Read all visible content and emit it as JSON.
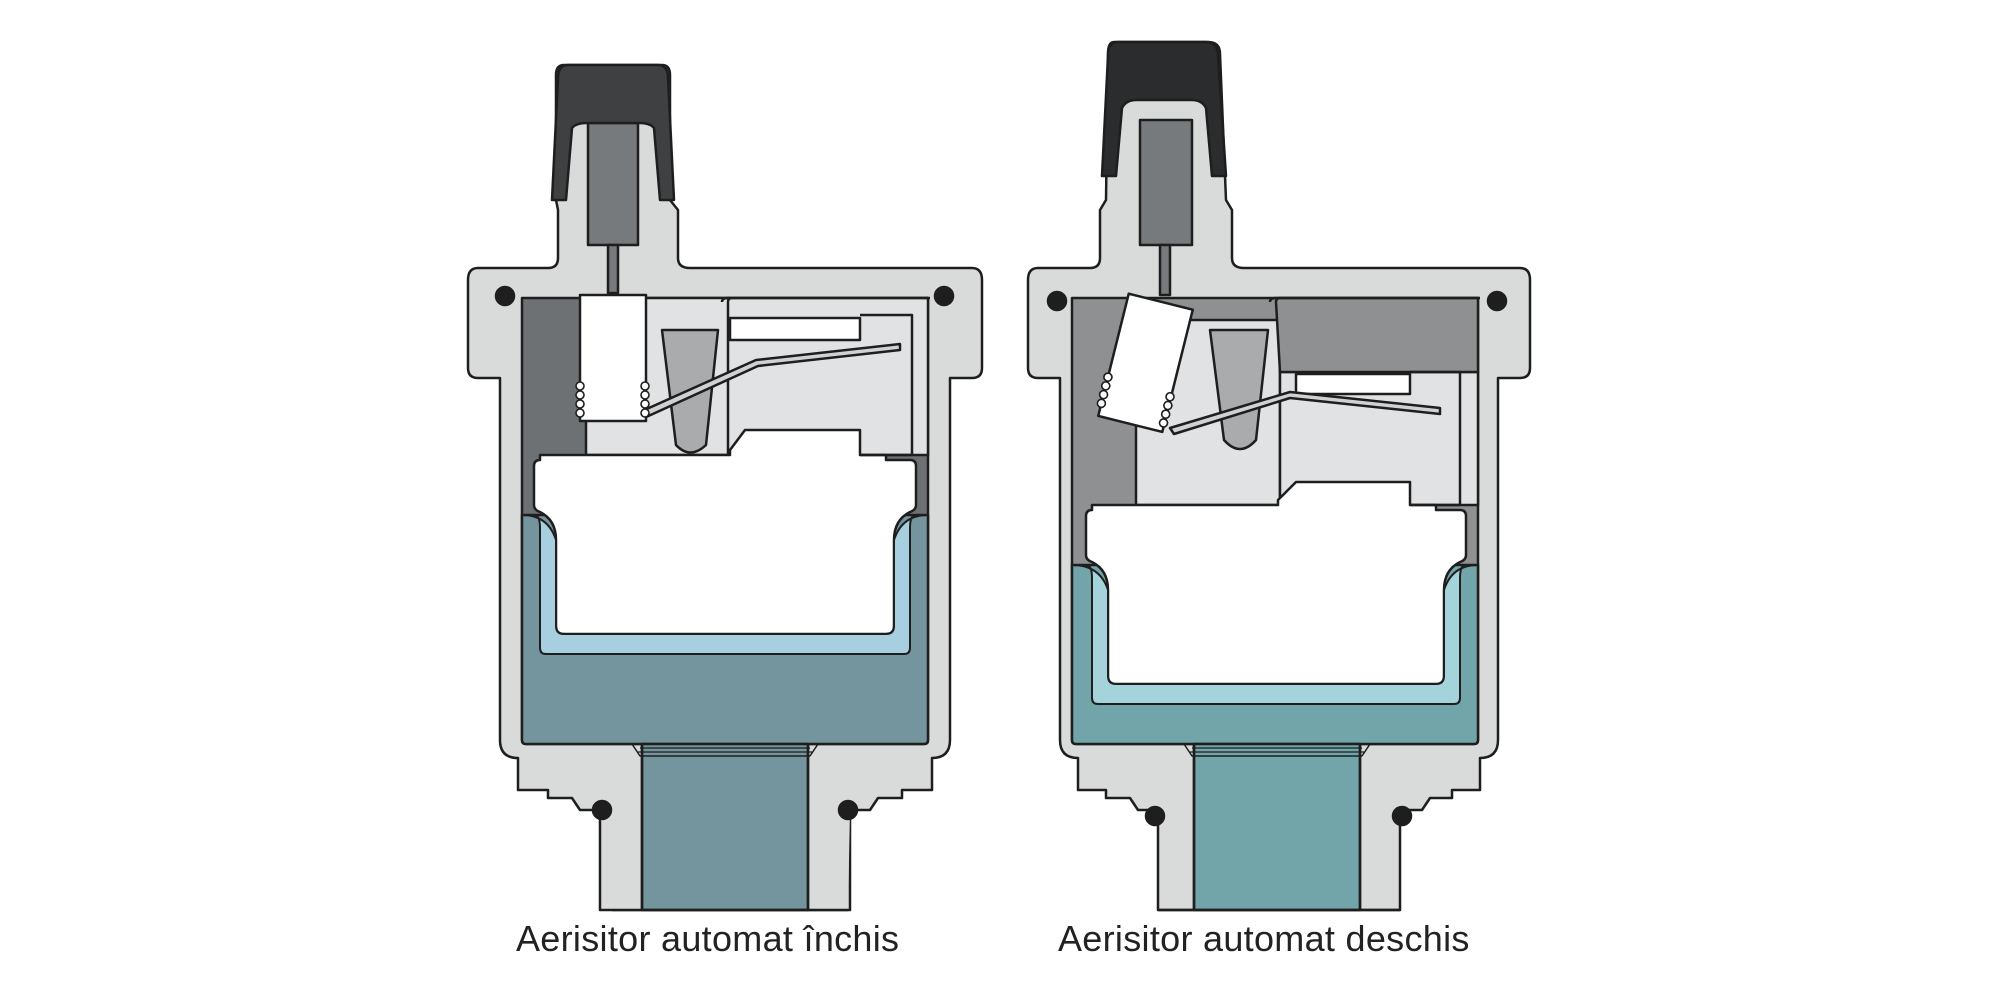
{
  "diagrams": [
    {
      "id": "closed",
      "caption": "Aerisitor automat închis",
      "state": "closed",
      "water_color": "#74959d",
      "water_light_color": "#a8cfdf"
    },
    {
      "id": "open",
      "caption": "Aerisitor automat deschis",
      "state": "open",
      "water_color": "#72a5aa",
      "water_light_color": "#a5d3dc"
    }
  ],
  "colors": {
    "body": "#d9dbda",
    "outline": "#1e1e1e",
    "cap_closed": "#3f4042",
    "cap_open": "#2b2c2e",
    "stem": "#777a7c",
    "inner_wall_dark": "#6e7173",
    "inner_gray": "#8f9092",
    "cavity": "#e0e2e3",
    "float": "#ffffff",
    "oring": "#1e1e1e"
  }
}
